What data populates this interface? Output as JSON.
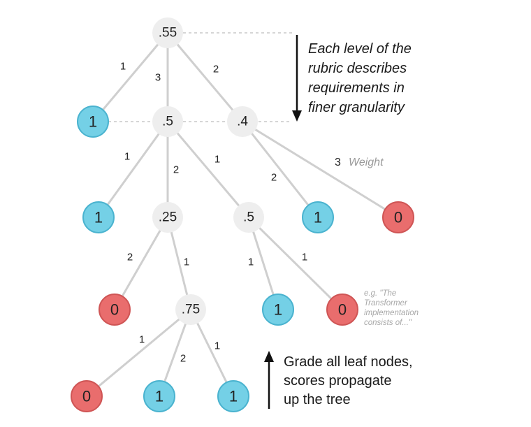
{
  "nodes": {
    "root": ".55",
    "l1_leaf": "1",
    "l1_mid": ".5",
    "l1_right": ".4",
    "l2_leaf_a": "1",
    "l2_mid": ".25",
    "l2_right": ".5",
    "l2_leaf_b": "1",
    "l2_leaf_c": "0",
    "l3_leaf_a": "0",
    "l3_mid": ".75",
    "l3_leaf_b": "1",
    "l3_leaf_c": "0",
    "l4_leaf_a": "0",
    "l4_leaf_b": "1",
    "l4_leaf_c": "1"
  },
  "weights": {
    "root_l1_leaf": "1",
    "root_l1_mid": "3",
    "root_l1_right": "2",
    "mid_leaf_a": "1",
    "mid_l2_mid": "2",
    "mid_l2_right": "1",
    "right_leaf_b": "2",
    "right_leaf_c": "3",
    "l2mid_leaf": "2",
    "l2mid_l3mid": "1",
    "l2right_leaf_b": "1",
    "l2right_leaf_c": "1",
    "l3mid_leaf_a": "1",
    "l3mid_leaf_b": "2",
    "l3mid_leaf_c": "1"
  },
  "weight_legend_label": "Weight",
  "annotation_top": [
    "Each level of the",
    "rubric describes",
    "requirements in",
    "finer granularity"
  ],
  "annotation_bottom": [
    "Grade all leaf nodes,",
    "scores propagate",
    "up the tree"
  ],
  "annotation_example": [
    "e.g. \"The",
    "Transformer",
    "implementation",
    "consists of...\""
  ],
  "colors": {
    "pass": "#74d0e6",
    "fail": "#e96d6d",
    "internal": "#eeeeee",
    "edge": "#cfcfcf"
  }
}
